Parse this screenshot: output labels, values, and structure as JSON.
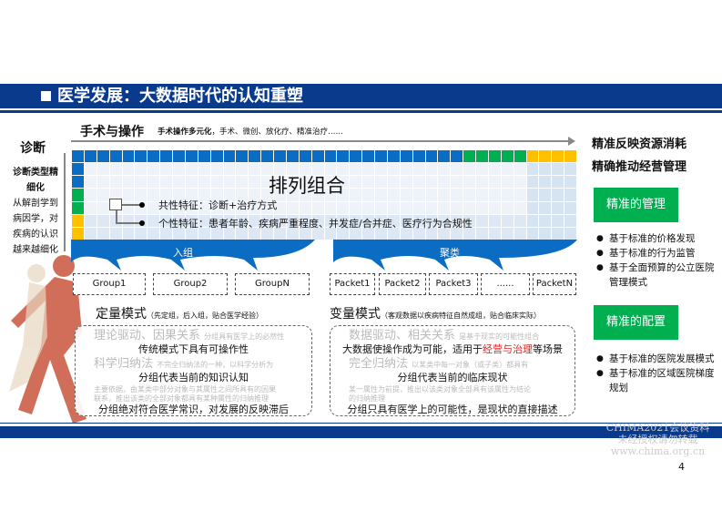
{
  "header": {
    "title": "医学发展：大数据时代的认知重塑"
  },
  "operations": {
    "title": "手术与操作",
    "subtitle_bold": "手术操作多元化",
    "subtitle": "，手术、微创、放化疗、精准治疗……"
  },
  "diagnosis": {
    "title": "诊断",
    "lines": [
      "诊断类型精",
      "细化",
      "从解剖学到",
      "病因学，对",
      "疾病的认识",
      "越来越细化"
    ]
  },
  "grid": {
    "label": "排列组合",
    "common": "共性特征：诊断+治疗方式",
    "individual": "个性特征：患者年龄、疾病严重程度、并发症/合并症、医疗行为合规性",
    "colors": {
      "blue": "#0a6cc2",
      "green": "#00b050",
      "yellow": "#ffc000"
    }
  },
  "flows": {
    "left": "入组",
    "right": "聚类"
  },
  "groups": [
    "Group1",
    "Group2",
    "GroupN"
  ],
  "packets": [
    "Packet1",
    "Packet2",
    "Packet3",
    "......",
    "PacketN"
  ],
  "quant": {
    "title": "定量模式",
    "sub": "（先定组，后入组，贴合医学经验）",
    "faded": [
      "理论驱动、因果关系",
      "分组具有医学上的必然性",
      "科学归纳法",
      "不完全归纳法",
      "的一种，以科学分析为",
      "主要依据，由某类中部分对象与其属性之间所具有的因果",
      "联系，推出该类的全部对象都具有某种属性的归纳推理"
    ],
    "lines": [
      "传统模式下具有可操作性",
      "分组代表当前的知识认知",
      "分组绝对符合医学常识，对发展的反映滞后"
    ]
  },
  "variable": {
    "title": "变量模式",
    "sub": "（客观数据以疾病特征自然成组，贴合临床实际）",
    "faded": [
      "数据驱动、相关关系",
      "是基于现实的可能性组合",
      "完全归纳法",
      "以某类中每一对象（或子类）都具有",
      "某一属性为前提，推出以该类对象全部具有该属性为结论",
      "的归纳推理"
    ],
    "line1_pre": "大数据使操作成为可能，适用于",
    "line1_red": "经营与治理",
    "line1_post": "等场景",
    "lines": [
      "分组代表当前的临床现状",
      "分组只具有医学上的可能性，是现状的直接描述"
    ]
  },
  "right": {
    "heading": [
      "精准反映资源消耗",
      "精确推动经营管理"
    ],
    "management": {
      "label": "精准的管理",
      "items": [
        "基于标准的价格发现",
        "基于标准的行为监管",
        "基于全面预算的公立医院管理模式"
      ]
    },
    "allocation": {
      "label": "精准的配置",
      "items": [
        "基于标准的医院发展模式",
        "基于标准的区域医院梯度规划"
      ]
    }
  },
  "watermark": [
    "CHIMA2021会议资料",
    "未经授权请勿转载",
    "www.chima.org.cn"
  ],
  "page_number": "4"
}
